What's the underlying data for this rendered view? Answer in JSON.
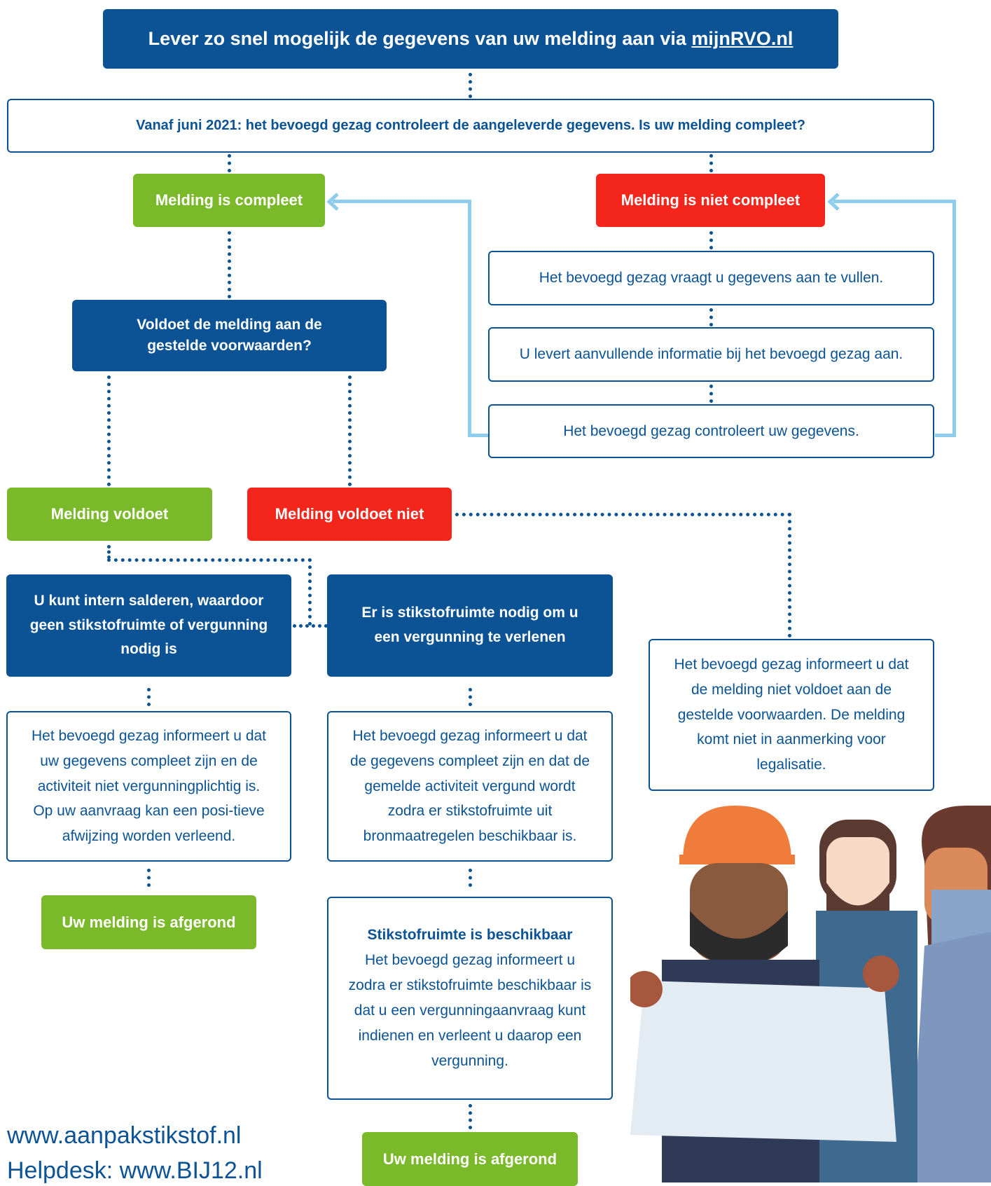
{
  "top": {
    "prefix": "Lever zo snel mogelijk de gegevens van uw melding aan via ",
    "link": "mijnRVO.nl"
  },
  "check_box": "Vanaf juni 2021: het bevoegd gezag controleert de aangeleverde gegevens. Is uw melding compleet?",
  "compleet": "Melding is compleet",
  "niet_compleet": "Melding is niet compleet",
  "loop_steps": [
    "Het bevoegd gezag vraagt u gegevens aan te vullen.",
    "U levert aanvullende informatie bij het bevoegd gezag aan.",
    "Het bevoegd gezag controleert uw gegevens."
  ],
  "voldoet_question": "Voldoet de melding aan de gestelde voorwaarden?",
  "voldoet": "Melding voldoet",
  "voldoet_niet": "Melding voldoet niet",
  "intern_salderen": "U kunt intern salderen, waardoor geen stikstofruimte of vergunning nodig is",
  "stikstof_nodig": "Er is stikstofruimte nodig om u een vergunning te verlenen",
  "info_left": "Het bevoegd gezag informeert u dat uw gegevens compleet zijn en de activiteit niet vergunningplichtig is. Op uw aanvraag kan een posi-tieve afwijzing worden verleend.",
  "info_mid": "Het bevoegd gezag informeert u dat de gegevens compleet zijn en dat de gemelde activiteit vergund wordt zodra er stikstofruimte uit bronmaatregelen beschikbaar is.",
  "info_right": "Het bevoegd gezag informeert u dat de melding niet voldoet aan de gestelde voorwaarden. De melding komt niet in aanmerking voor legalisatie.",
  "afgerond_left": "Uw melding is afgerond",
  "beschikbaar_title": "Stikstofruimte is beschikbaar",
  "beschikbaar_body": "Het bevoegd gezag informeert u zodra er stikstofruimte beschikbaar is dat u een vergunningaanvraag kunt indienen en verleent u daarop een vergunning.",
  "afgerond_mid": "Uw melding is afgerond",
  "footer": {
    "website": "www.aanpakstikstof.nl",
    "helpdesk": "Helpdesk: www.BIJ12.nl"
  },
  "colors": {
    "dark_blue": "#0b5394",
    "green": "#7ab929",
    "red": "#f4261b",
    "light_blue_arrow": "#8fcdee"
  }
}
